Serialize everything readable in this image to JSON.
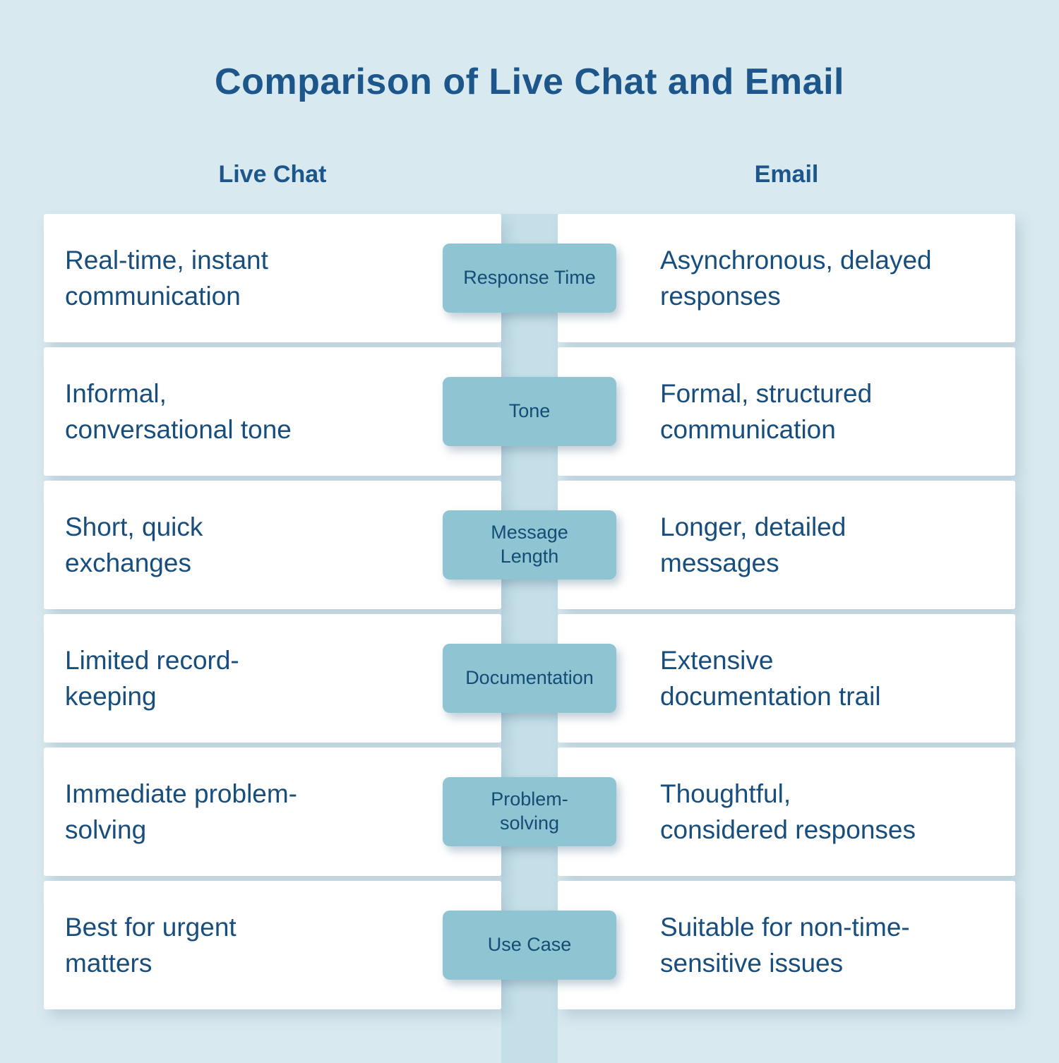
{
  "title": "Comparison of Live Chat and Email",
  "columns": {
    "left": "Live Chat",
    "right": "Email"
  },
  "rows": [
    {
      "category": "Response Time",
      "live_chat": "Real-time, instant\ncommunication",
      "email": "Asynchronous, delayed\nresponses"
    },
    {
      "category": "Tone",
      "live_chat": "Informal,\nconversational tone",
      "email": "Formal, structured\ncommunication"
    },
    {
      "category": "Message\nLength",
      "live_chat": "Short, quick\nexchanges",
      "email": "Longer, detailed\nmessages"
    },
    {
      "category": "Documentation",
      "live_chat": "Limited record-\nkeeping",
      "email": "Extensive\ndocumentation trail"
    },
    {
      "category": "Problem-\nsolving",
      "live_chat": "Immediate problem-\nsolving",
      "email": "Thoughtful,\nconsidered responses"
    },
    {
      "category": "Use Case",
      "live_chat": "Best for urgent\nmatters",
      "email": "Suitable for non-time-\nsensitive issues"
    }
  ],
  "colors": {
    "background": "#d8e9ef",
    "band": "#c5dfe8",
    "badge": "#8fc5d3",
    "card": "#ffffff",
    "text": "#174e7e",
    "title": "#1d568a"
  }
}
